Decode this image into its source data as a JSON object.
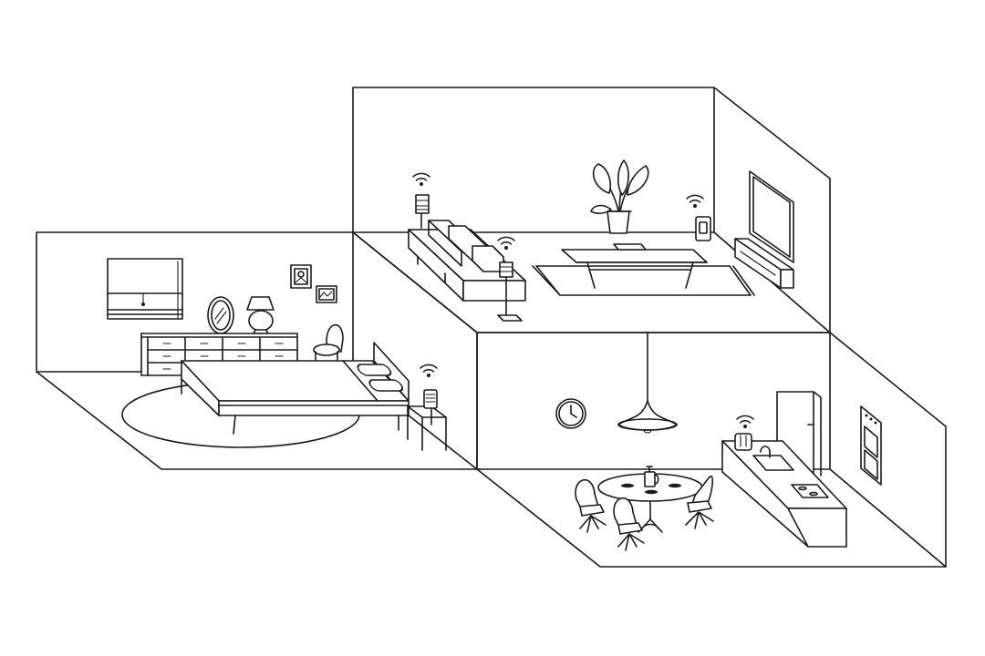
{
  "colors": {
    "line": "#1a1a1a",
    "background": "#ffffff"
  },
  "icons": [
    "wifi-signal-icon",
    "wall-clock-icon"
  ],
  "rooms": [
    {
      "room": "bedroom",
      "furniture": [
        "window-blind",
        "oval-mirror",
        "table-lamp",
        "picture-frames",
        "dresser",
        "chair",
        "bed",
        "round-rug",
        "bedside-table",
        "bedside-speaker"
      ]
    },
    {
      "room": "living-room",
      "furniture": [
        "sofa",
        "bookshelf-speaker",
        "floor-lamp",
        "potted-plant",
        "coffee-table",
        "rug",
        "tv",
        "tv-stand",
        "smart-speaker"
      ]
    },
    {
      "room": "kitchen-dining",
      "furniture": [
        "wall-clock",
        "pendant-lamp",
        "round-dining-table",
        "dining-chairs",
        "french-press",
        "refrigerator",
        "kitchen-counter",
        "sink",
        "cooktop",
        "toaster",
        "wall-oven"
      ]
    }
  ],
  "wireless_devices": [
    {
      "room": "living-room",
      "device": "bookshelf-speaker"
    },
    {
      "room": "living-room",
      "device": "floor-lamp-speaker"
    },
    {
      "room": "living-room",
      "device": "smart-speaker"
    },
    {
      "room": "bedroom",
      "device": "bedside-speaker"
    },
    {
      "room": "kitchen-dining",
      "device": "toaster"
    }
  ]
}
